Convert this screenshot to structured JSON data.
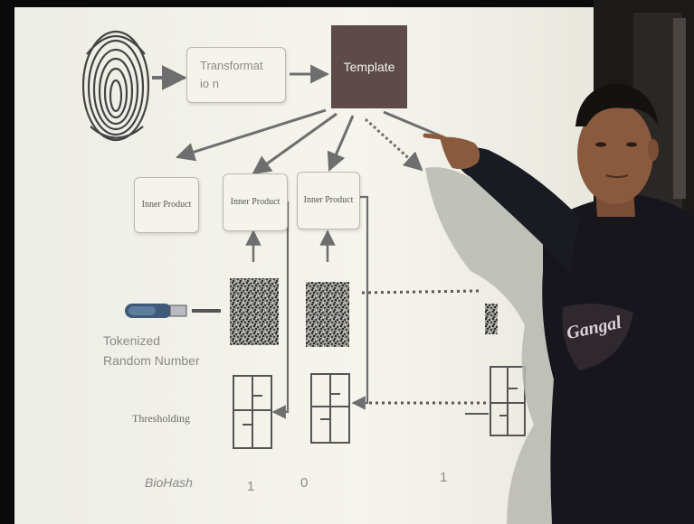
{
  "diagram": {
    "transformation_label": "Transformatio n",
    "template_label": "Template",
    "inner_product_labels": [
      "Inner Product",
      "Inner Product",
      "Inner Product"
    ],
    "token_label": "Tokenized Random Number",
    "thresholding_label": "Thresholding",
    "biohash_label": "BioHash",
    "bits": [
      "1",
      "0",
      "1"
    ]
  },
  "shirt_text": "Gangal",
  "colors": {
    "screen": "#f2f2ea",
    "template_box": "#5c4b49",
    "arrow": "#6e6e6e",
    "room_dark": "#0a0a0a",
    "hoodie": "#16161c",
    "skin": "#8a5a3e"
  }
}
